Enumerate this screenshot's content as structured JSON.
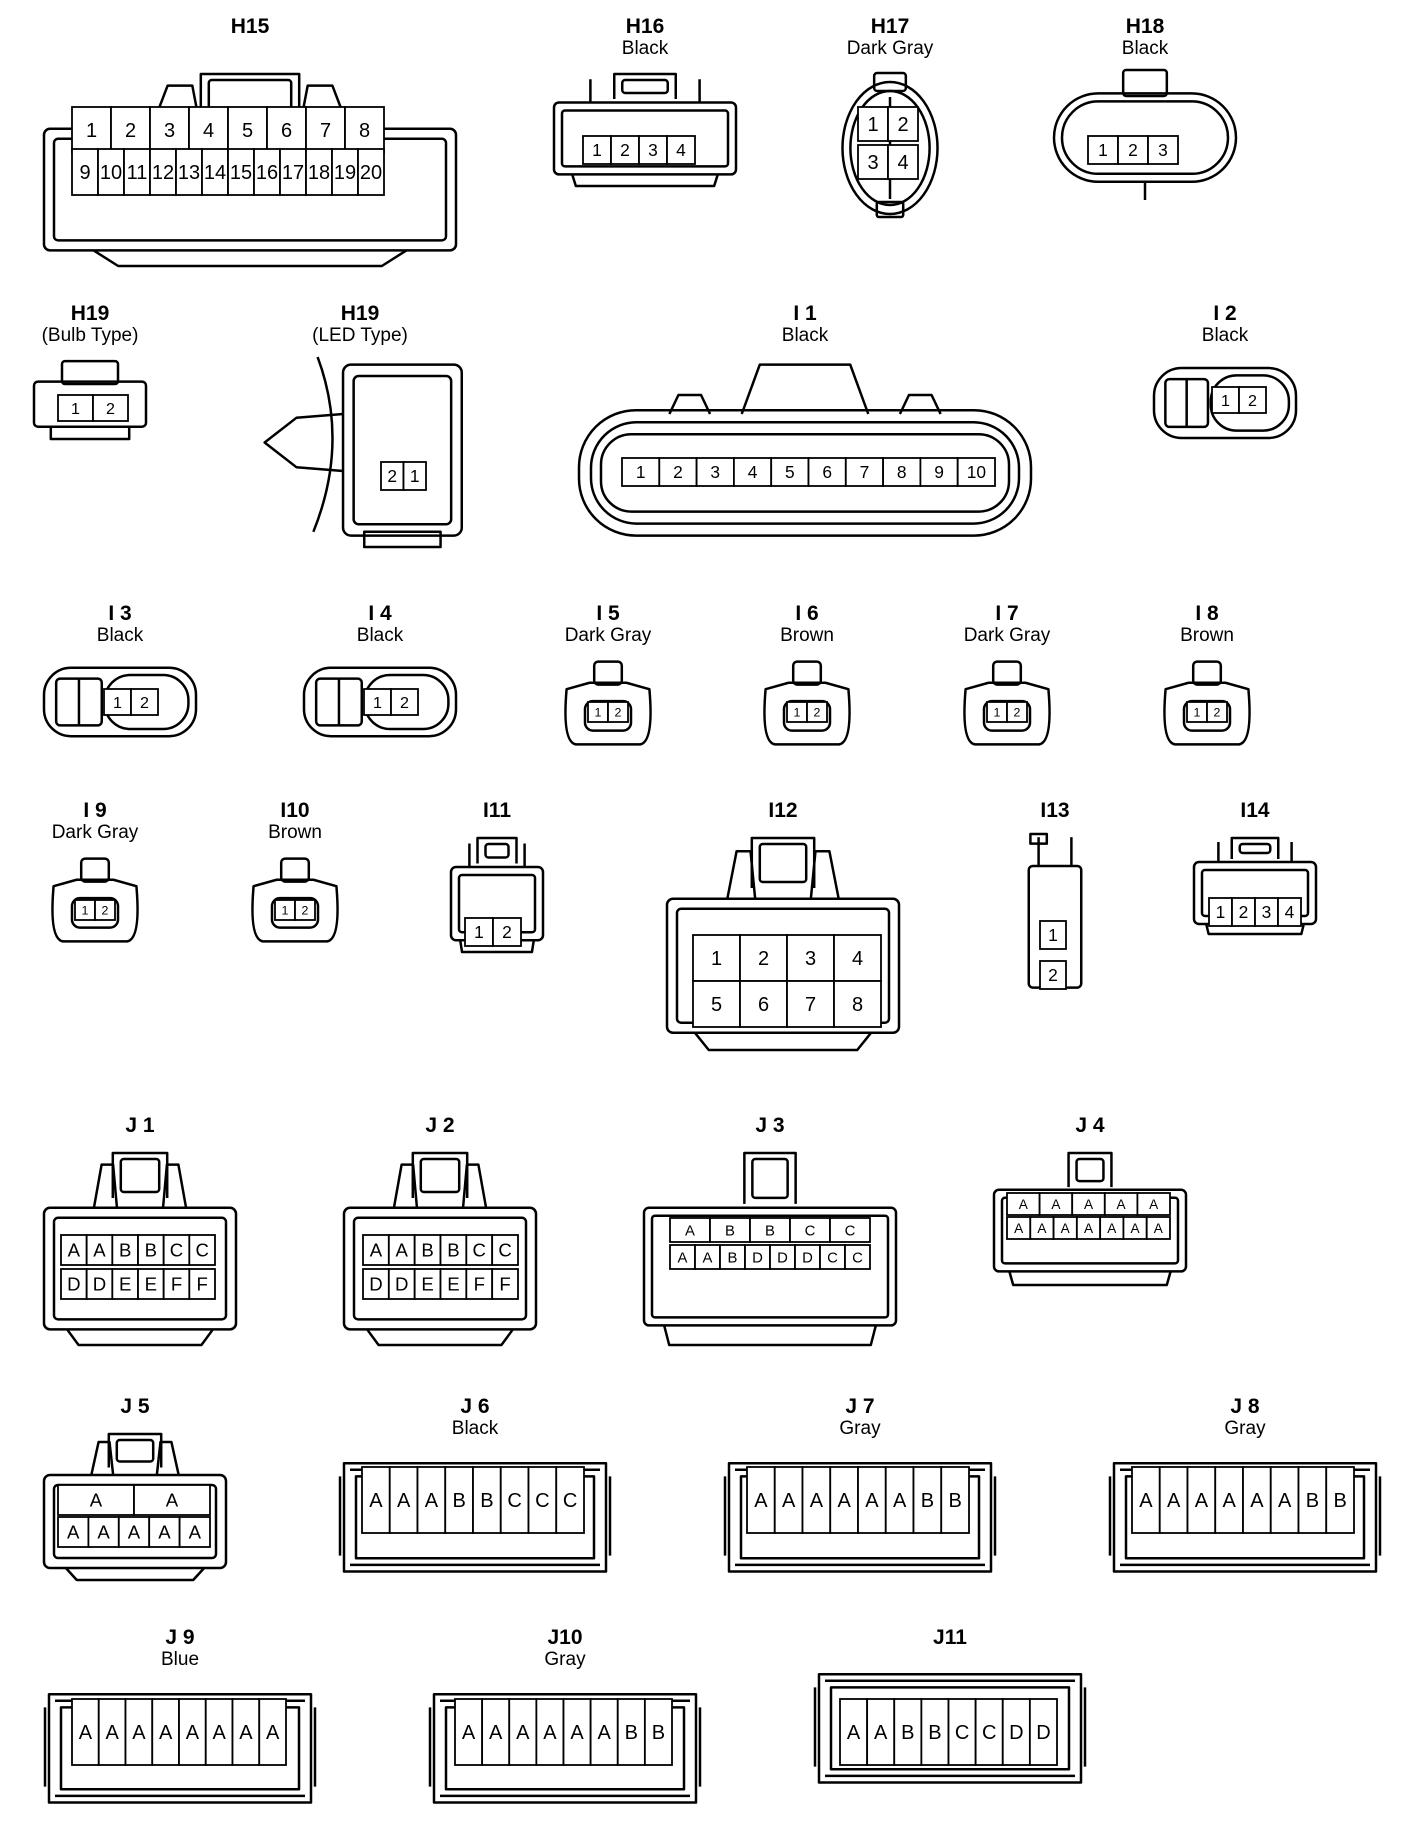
{
  "connectors": [
    {
      "key": "h15",
      "id": "H15",
      "sub": "",
      "terminals": [
        [
          "1",
          "2",
          "3",
          "4",
          "5",
          "6",
          "7",
          "8"
        ],
        [
          "9",
          "10",
          "11",
          "12",
          "13",
          "14",
          "15",
          "16",
          "17",
          "18",
          "19",
          "20"
        ]
      ]
    },
    {
      "key": "h16",
      "id": "H16",
      "sub": "Black",
      "terminals": [
        [
          "1",
          "2",
          "3",
          "4"
        ]
      ]
    },
    {
      "key": "h17",
      "id": "H17",
      "sub": "Dark Gray",
      "terminals": [
        [
          "1",
          "2"
        ],
        [
          "3",
          "4"
        ]
      ]
    },
    {
      "key": "h18",
      "id": "H18",
      "sub": "Black",
      "terminals": [
        [
          "1",
          "2",
          "3"
        ]
      ]
    },
    {
      "key": "h19b",
      "id": "H19",
      "sub": "(Bulb Type)",
      "terminals": [
        [
          "1",
          "2"
        ]
      ]
    },
    {
      "key": "h19l",
      "id": "H19",
      "sub": "(LED Type)",
      "terminals": [
        [
          "2",
          "1"
        ]
      ]
    },
    {
      "key": "i1",
      "id": "I 1",
      "sub": "Black",
      "terminals": [
        [
          "1",
          "2",
          "3",
          "4",
          "5",
          "6",
          "7",
          "8",
          "9",
          "10"
        ]
      ]
    },
    {
      "key": "i2",
      "id": "I 2",
      "sub": "Black",
      "terminals": [
        [
          "1",
          "2"
        ]
      ]
    },
    {
      "key": "i3",
      "id": "I 3",
      "sub": "Black",
      "terminals": [
        [
          "1",
          "2"
        ]
      ]
    },
    {
      "key": "i4",
      "id": "I 4",
      "sub": "Black",
      "terminals": [
        [
          "1",
          "2"
        ]
      ]
    },
    {
      "key": "i5",
      "id": "I 5",
      "sub": "Dark Gray",
      "terminals": [
        [
          "1",
          "2"
        ]
      ]
    },
    {
      "key": "i6",
      "id": "I 6",
      "sub": "Brown",
      "terminals": [
        [
          "1",
          "2"
        ]
      ]
    },
    {
      "key": "i7",
      "id": "I 7",
      "sub": "Dark Gray",
      "terminals": [
        [
          "1",
          "2"
        ]
      ]
    },
    {
      "key": "i8",
      "id": "I 8",
      "sub": "Brown",
      "terminals": [
        [
          "1",
          "2"
        ]
      ]
    },
    {
      "key": "i9",
      "id": "I 9",
      "sub": "Dark Gray",
      "terminals": [
        [
          "1",
          "2"
        ]
      ]
    },
    {
      "key": "i10",
      "id": "I10",
      "sub": "Brown",
      "terminals": [
        [
          "1",
          "2"
        ]
      ]
    },
    {
      "key": "i11",
      "id": "I11",
      "sub": "",
      "terminals": [
        [
          "1",
          "2"
        ]
      ]
    },
    {
      "key": "i12",
      "id": "I12",
      "sub": "",
      "terminals": [
        [
          "1",
          "2",
          "3",
          "4"
        ],
        [
          "5",
          "6",
          "7",
          "8"
        ]
      ]
    },
    {
      "key": "i13",
      "id": "I13",
      "sub": "",
      "terminals": [
        [
          "1"
        ],
        [
          "2"
        ]
      ]
    },
    {
      "key": "i14",
      "id": "I14",
      "sub": "",
      "terminals": [
        [
          "1",
          "2",
          "3",
          "4"
        ]
      ]
    },
    {
      "key": "j1",
      "id": "J 1",
      "sub": "",
      "terminals": [
        [
          "A",
          "A",
          "B",
          "B",
          "C",
          "C"
        ],
        [
          "D",
          "D",
          "E",
          "E",
          "F",
          "F"
        ]
      ]
    },
    {
      "key": "j2",
      "id": "J 2",
      "sub": "",
      "terminals": [
        [
          "A",
          "A",
          "B",
          "B",
          "C",
          "C"
        ],
        [
          "D",
          "D",
          "E",
          "E",
          "F",
          "F"
        ]
      ]
    },
    {
      "key": "j3",
      "id": "J 3",
      "sub": "",
      "terminals": [
        [
          "A",
          "B",
          "B",
          "C",
          "C"
        ],
        [
          "A",
          "A",
          "B",
          "D",
          "D",
          "D",
          "C",
          "C"
        ]
      ]
    },
    {
      "key": "j4",
      "id": "J 4",
      "sub": "",
      "terminals": [
        [
          "A",
          "A",
          "A",
          "A",
          "A"
        ],
        [
          "A",
          "A",
          "A",
          "A",
          "A",
          "A",
          "A"
        ]
      ]
    },
    {
      "key": "j5",
      "id": "J 5",
      "sub": "",
      "terminals": [
        [
          "A",
          "A"
        ],
        [
          "A",
          "A",
          "A",
          "A",
          "A"
        ]
      ]
    },
    {
      "key": "j6",
      "id": "J 6",
      "sub": "Black",
      "terminals": [
        [
          "A",
          "A",
          "A",
          "B",
          "B",
          "C",
          "C",
          "C"
        ]
      ]
    },
    {
      "key": "j7",
      "id": "J 7",
      "sub": "Gray",
      "terminals": [
        [
          "A",
          "A",
          "A",
          "A",
          "A",
          "A",
          "B",
          "B"
        ]
      ]
    },
    {
      "key": "j8",
      "id": "J 8",
      "sub": "Gray",
      "terminals": [
        [
          "A",
          "A",
          "A",
          "A",
          "A",
          "A",
          "B",
          "B"
        ]
      ]
    },
    {
      "key": "j9",
      "id": "J 9",
      "sub": "Blue",
      "terminals": [
        [
          "A",
          "A",
          "A",
          "A",
          "A",
          "A",
          "A",
          "A"
        ]
      ]
    },
    {
      "key": "j10",
      "id": "J10",
      "sub": "Gray",
      "terminals": [
        [
          "A",
          "A",
          "A",
          "A",
          "A",
          "A",
          "B",
          "B"
        ]
      ]
    },
    {
      "key": "j11",
      "id": "J11",
      "sub": "",
      "terminals": [
        [
          "A",
          "A",
          "B",
          "B",
          "C",
          "C",
          "D",
          "D"
        ]
      ]
    }
  ]
}
